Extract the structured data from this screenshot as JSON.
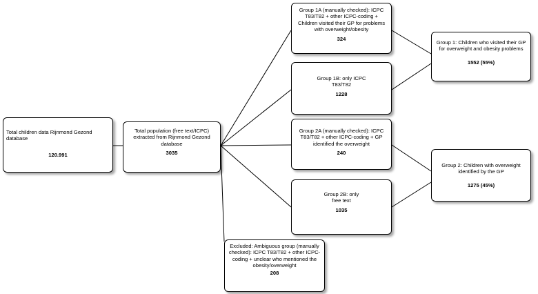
{
  "nodes": {
    "total_children": {
      "text": "Total children data Rijnmond Gezond database",
      "value": "120.991"
    },
    "total_population": {
      "text": "Total population (free text/ICPC) extracted from Rijnmond Gezond database",
      "value": "3035"
    },
    "group_1a": {
      "text": "Group 1A (manually checked): ICPC T83/T82 + other ICPC-coding + Children visited their GP for problems with overweight/obesity",
      "value": "324"
    },
    "group_1b": {
      "text": "Group 1B: only ICPC T83/T82",
      "value": "1228"
    },
    "group_2a": {
      "text": "Group 2A (manually checked): ICPC T83/T82 + other ICPC-coding + GP identified the overweight",
      "value": "240"
    },
    "group_2b": {
      "text": "Group 2B: only free text",
      "value": "1035"
    },
    "excluded": {
      "text": "Excluded: Ambiguous group (manually checked): ICPC T83/T82 + other ICPC-coding + unclear who mentioned the obesity/overweight",
      "value": "208"
    },
    "group_1": {
      "text": "Group 1: Children who visited their GP for overweight and obesity problems",
      "value": "1552 (55%)"
    },
    "group_2": {
      "text": "Group 2: Children with overweight identified by the GP",
      "value": "1275 (45%)"
    }
  }
}
